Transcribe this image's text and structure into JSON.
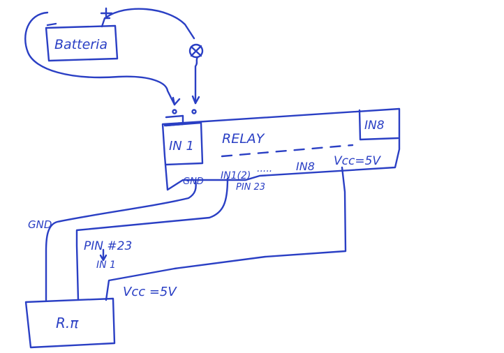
{
  "battery": {
    "label": "Batteria",
    "minus": "-",
    "plus": "+"
  },
  "relay": {
    "title": "RELAY",
    "in1_box": "IN 1",
    "in8_box": "IN8",
    "pins": {
      "gnd": "GND",
      "in1": "IN1(2)",
      "dots": ".....",
      "in8": "IN8",
      "vcc": "Vcc=5V"
    },
    "pin23_note": "PIN 23"
  },
  "wires": {
    "gnd_label": "GND",
    "pin_label": "PIN #23",
    "in1_label": "IN 1",
    "vcc_label": "Vcc =5V"
  },
  "rpi": {
    "label": "R.π"
  },
  "colors": {
    "ink": "#2a3fc4",
    "background": "#ffffff"
  }
}
